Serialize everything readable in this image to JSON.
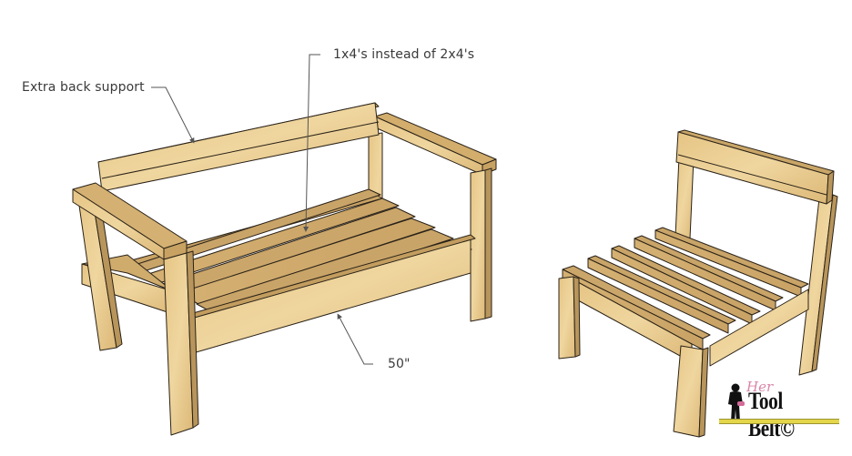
{
  "diagram": {
    "subject": "Outdoor sofa and chair woodworking plan",
    "colors": {
      "background": "#ffffff",
      "wood_light": "#e8c98c",
      "wood_mid": "#d8b475",
      "wood_dark": "#b38f55",
      "wood_shadow": "#9d7c48",
      "edge": "#2a2218",
      "callout_line": "#555555",
      "label_text": "#3a3a3a"
    },
    "callouts": [
      {
        "id": "back-support",
        "text": "Extra back support"
      },
      {
        "id": "slats",
        "text": "1x4's instead of 2x4's"
      },
      {
        "id": "length",
        "text": "50\""
      }
    ],
    "watermark": {
      "script": "Her",
      "text": "Tool Belt©"
    }
  }
}
